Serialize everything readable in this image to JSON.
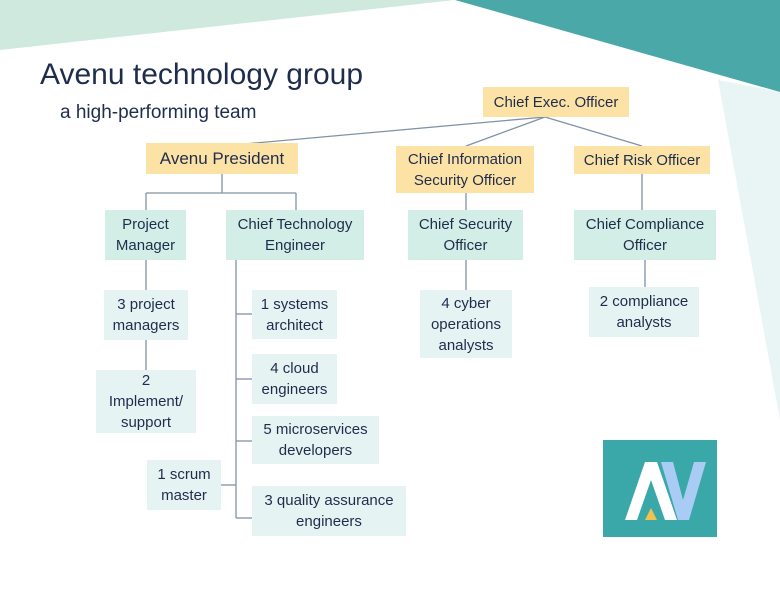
{
  "colors": {
    "top_band_light": "#cfe9de",
    "top_band_teal": "#4aa9a8",
    "right_panel": "#e9f5f4",
    "orange_box": "#fde2a6",
    "green_box": "#d3eee6",
    "light_box": "#e6f3f3",
    "line": "#7f93a6",
    "logo_bg": "#3aa7a8",
    "logo_a": "#ffffff",
    "logo_v": "#a9ccf5",
    "logo_accent": "#f2c14e"
  },
  "header": {
    "title": "Avenu technology group",
    "subtitle": "a high-performing team"
  },
  "org": {
    "ceo": "Chief Exec. Officer",
    "president": "Avenu President",
    "ciso": "Chief Information\nSecurity Officer",
    "cro": "Chief Risk Officer",
    "pm": "Project\nManager",
    "cte": "Chief Technology\nEngineer",
    "cso": "Chief Security\nOfficer",
    "cco": "Chief Compliance\nOfficer",
    "pm_team": "3 project\nmanagers",
    "implement": "2\nImplement/\nsupport",
    "scrum": "1 scrum\nmaster",
    "systems": "1 systems\narchitect",
    "cloud": "4 cloud\nengineers",
    "micro": "5 microservices\ndevelopers",
    "qa": "3 quality assurance\nengineers",
    "cyber": "4 cyber\noperations\nanalysts",
    "compliance": "2 compliance\nanalysts"
  },
  "logo": {
    "icon": "av-logo-icon"
  }
}
